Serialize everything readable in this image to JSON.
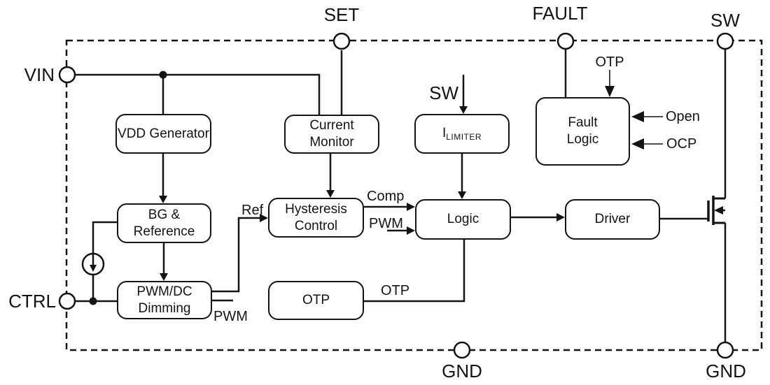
{
  "diagram": {
    "title_hint": "IC block diagram",
    "colors": {
      "line": "#141414",
      "background": "#ffffff"
    },
    "pins": {
      "vin": "VIN",
      "ctrl": "CTRL",
      "set": "SET",
      "fault": "FAULT",
      "sw": "SW",
      "gnd_left": "GND",
      "gnd_right": "GND"
    },
    "blocks": {
      "vdd_generator": "VDD Generator",
      "current_monitor": "Current\nMonitor",
      "i_limiter_main": "I",
      "i_limiter_sub": "LIMITER",
      "fault_logic": "Fault\nLogic",
      "bg_reference": "BG &\nReference",
      "hysteresis_control": "Hysteresis\nControl",
      "logic": "Logic",
      "driver": "Driver",
      "pwm_dc_dimming": "PWM/DC\nDimming",
      "otp": "OTP"
    },
    "signals": {
      "sw_internal": "SW",
      "ref": "Ref",
      "pwm_dim_out": "PWM",
      "comp": "Comp",
      "pwm_logic_in": "PWM",
      "otp_wire": "OTP",
      "otp_to_fault": "OTP",
      "open_in": "Open",
      "ocp_in": "OCP"
    }
  }
}
